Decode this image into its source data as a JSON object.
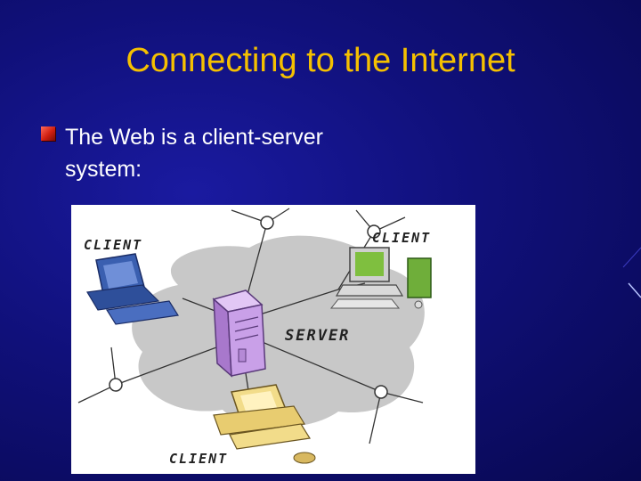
{
  "slide": {
    "title": "Connecting to the Internet",
    "bullet": "The Web is a client-server system:"
  },
  "diagram": {
    "labels": {
      "client_top_left": "CLIENT",
      "client_top_right": "CLIENT",
      "server": "SERVER",
      "client_bottom": "CLIENT"
    }
  },
  "colors": {
    "title": "#f5c000",
    "bullet_text": "#ffffff",
    "bullet_marker": "#d11f10",
    "background": "#10107a",
    "server_tower": "#c9a0e8",
    "cloud": "#c8c8c8"
  },
  "icons": [
    "bullet-square-icon",
    "client-computer-icon",
    "server-tower-icon"
  ]
}
